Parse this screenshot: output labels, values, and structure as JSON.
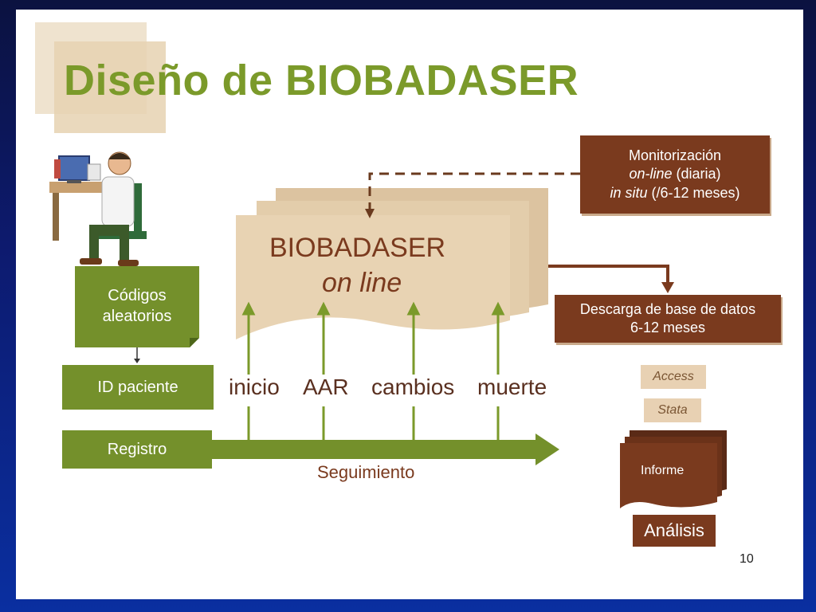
{
  "slide": {
    "title": "Diseño de BIOBADASER",
    "page_number": "10"
  },
  "left": {
    "codigos_line1": "Códigos",
    "codigos_line2": "aleatorios",
    "id_paciente": "ID paciente",
    "registro": "Registro"
  },
  "center": {
    "bio_title": "BIOBADASER",
    "bio_subtitle": "on line",
    "events": [
      "inicio",
      "AAR",
      "cambios",
      "muerte"
    ],
    "seguimiento": "Seguimiento"
  },
  "right": {
    "monitor_line1": "Monitorización",
    "monitor_line2_italic": "on-line",
    "monitor_line2_rest": " (diaria)",
    "monitor_line3_italic": "in situ",
    "monitor_line3_rest": " (/6-12 meses)",
    "descarga_line1": "Descarga de base de datos",
    "descarga_line2": "6-12 meses",
    "access": "Access",
    "stata": "Stata",
    "informe": "Informe",
    "analisis": "Análisis"
  },
  "colors": {
    "green": "#74902b",
    "brown": "#7a3a1e",
    "beige": "#e6d2b1",
    "title_green": "#7b9a2a"
  }
}
